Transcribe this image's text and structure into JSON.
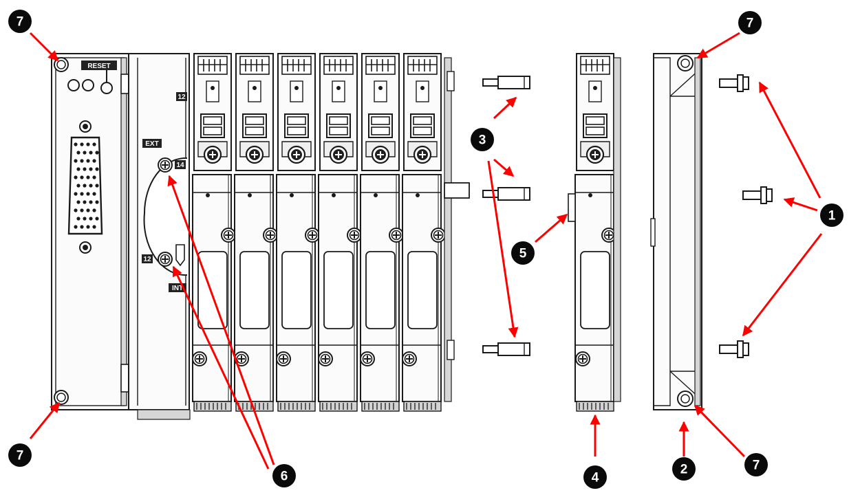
{
  "panel_labels": {
    "reset": "RESET",
    "ext": "EXT",
    "int": "INT",
    "port_12": "12",
    "port_14": "14"
  },
  "callouts": {
    "c1": "1",
    "c2": "2",
    "c3": "3",
    "c4": "4",
    "c5": "5",
    "c6": "6",
    "c7": "7"
  },
  "colors": {
    "arrow": "#ff0000",
    "callout_fill": "#0a0a0a",
    "line": "#1a1a1a"
  }
}
